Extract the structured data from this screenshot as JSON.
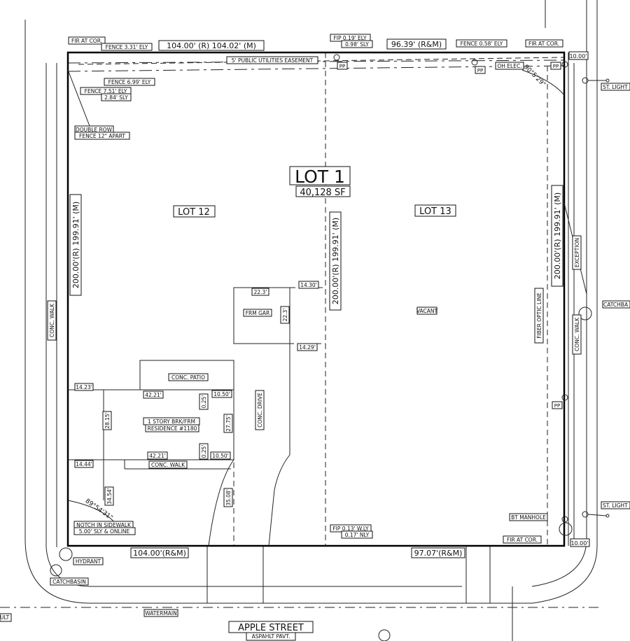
{
  "lot": {
    "name": "LOT 1",
    "area": "40,128 SF"
  },
  "lot_labels": {
    "west": "LOT 12",
    "east": "LOT 13"
  },
  "street": {
    "name": "APPLE STREET",
    "surface": "ASPAHLT PAVT.",
    "watermain": "WATERMAIN",
    "left_cut": "ULT"
  },
  "dims": {
    "north_west": "104.00' (R) 104.02' (M)",
    "north_east": "96.39' (R&M)",
    "south_west": "104.00'(R&M)",
    "south_east": "97.07'(R&M)",
    "west_side": "200.00'(R) 199.91' (M)",
    "mid_line": "200.00'(R) 199.91' (M)",
    "east_side": "200.00'(R) 199.91' (M)",
    "angle_ne": "90°5'29\"",
    "angle_sw": "89°54'31\"",
    "ne_offset": "10.00'",
    "se_offset": "10.00'"
  },
  "monuments": {
    "fir_nw": "FIR AT COR.",
    "fence_331": "FENCE 3.31' ELY",
    "fip_n1": "FIP 0.19' ELY",
    "fip_n2": "0.98' SLY",
    "fence_058": "FENCE 0.58' ELY",
    "fir_ne": "FIR AT COR.",
    "fence_699": "FENCE 6.99' ELY",
    "fence_751": "FENCE 7.51' ELY",
    "fence_284": "2.84' SLY",
    "double_row_1": "DOUBLE ROW",
    "double_row_2": "FENCE 12\" APART",
    "fip_s1": "FIP 0.13' W.LY",
    "fip_s2": "0.17' NLY",
    "fir_se": "FIR AT COR.",
    "notch_1": "NOTCH IN SIDEWALK",
    "notch_2": "5.00' SLY & ONLINE",
    "bt_manhole": "BT MANHOLE",
    "hydrant": "HYDRANT",
    "catchbasin": "CATCHBASIN",
    "catchbasin_e": "CATCHBA",
    "st_light_1": "ST. LIGHT",
    "st_light_2": "ST. LIGHT"
  },
  "easement": "5' PUBLIC UTILITIES EASEMENT",
  "utilities": {
    "pp": "PP",
    "oh_elec": "OH ELEC.",
    "fiber": "FIBER OPTIC LINE",
    "exception": "EXCEPTION"
  },
  "walks": {
    "west": "CONC. WALK",
    "east": "CONC. WALK"
  },
  "structures": {
    "garage": "FRM GAR",
    "garage_w": "22.3'",
    "garage_d": "22.3'",
    "gar_off_n": "14.30'",
    "gar_off_s": "14.29'",
    "patio": "CONC. PATIO",
    "residence_1": "1 STORY BRK/FRM",
    "residence_2": "RESIDENCE #1180",
    "drive": "CONC. DRIVE",
    "walk": "CONC. WALK",
    "d_1423": "14.23'",
    "d_4221a": "42.21'",
    "d_1050a": "10.50'",
    "d_025a": "0.25'",
    "d_2815": "28.15'",
    "d_2775": "27.75'",
    "d_4221b": "42.21'",
    "d_025b": "0.25'",
    "d_1050b": "10.50'",
    "d_1444": "14.44'",
    "d_3454": "34.54'",
    "d_3508": "35.08'"
  },
  "vacant": "VACANT"
}
